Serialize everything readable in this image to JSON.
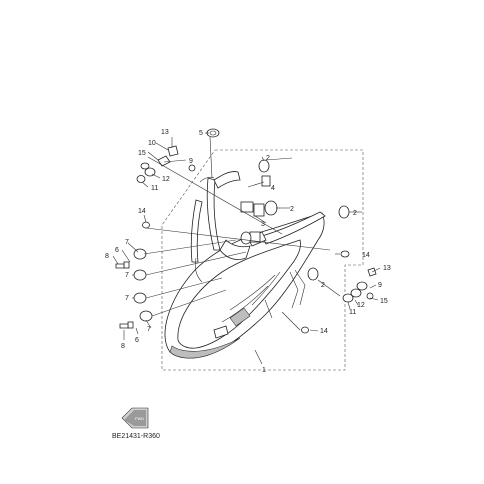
{
  "diagram": {
    "code": "BE21431-R360",
    "fwd_label": "FWD",
    "callouts": [
      {
        "id": "c-13a",
        "text": "13"
      },
      {
        "id": "c-10",
        "text": "10"
      },
      {
        "id": "c-15a",
        "text": "15"
      },
      {
        "id": "c-9a",
        "text": "9"
      },
      {
        "id": "c-12a",
        "text": "12"
      },
      {
        "id": "c-11a",
        "text": "11"
      },
      {
        "id": "c-5",
        "text": "5"
      },
      {
        "id": "c-2a",
        "text": "2"
      },
      {
        "id": "c-2b",
        "text": "2"
      },
      {
        "id": "c-2c",
        "text": "2"
      },
      {
        "id": "c-2d",
        "text": "2"
      },
      {
        "id": "c-4",
        "text": "4"
      },
      {
        "id": "c-3",
        "text": "3"
      },
      {
        "id": "c-14a",
        "text": "14"
      },
      {
        "id": "c-7a",
        "text": "7"
      },
      {
        "id": "c-6a",
        "text": "6"
      },
      {
        "id": "c-8a",
        "text": "8"
      },
      {
        "id": "c-7b",
        "text": "7"
      },
      {
        "id": "c-7c",
        "text": "7"
      },
      {
        "id": "c-7d",
        "text": "7"
      },
      {
        "id": "c-8b",
        "text": "8"
      },
      {
        "id": "c-6b",
        "text": "6"
      },
      {
        "id": "c-14b",
        "text": "14"
      },
      {
        "id": "c-13b",
        "text": "13"
      },
      {
        "id": "c-9b",
        "text": "9"
      },
      {
        "id": "c-15b",
        "text": "15"
      },
      {
        "id": "c-12b",
        "text": "12"
      },
      {
        "id": "c-11b",
        "text": "11"
      },
      {
        "id": "c-14c",
        "text": "14"
      },
      {
        "id": "c-1",
        "text": "1"
      }
    ]
  }
}
